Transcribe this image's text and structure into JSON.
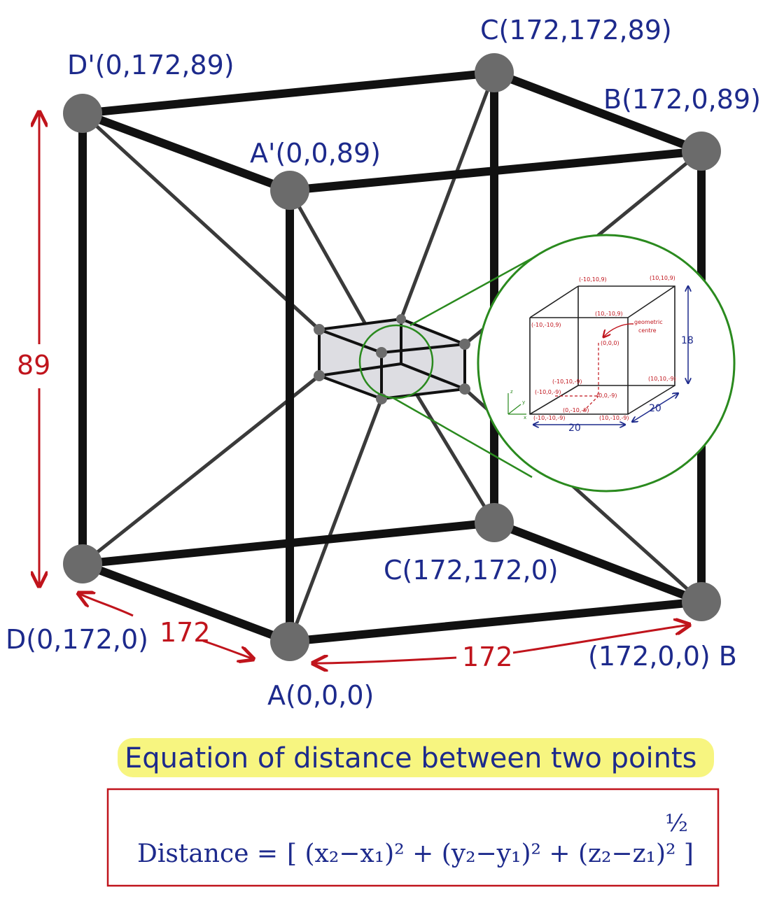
{
  "vertices": {
    "d_prime_top": "D'(0,172,89)",
    "c_top": "C(172,172,89)",
    "b_top": "B(172,0,89)",
    "a_prime_top": "A'(0,0,89)",
    "c_bottom": "C(172,172,0)",
    "d_bottom": "D(0,172,0)",
    "a_bottom": "A(0,0,0)",
    "b_bottom": "(172,0,0) B"
  },
  "dimensions": {
    "height": "89",
    "depth": "172",
    "width": "172"
  },
  "inset": {
    "labels": {
      "top_back_left": "(-10,10,9)",
      "top_back_right": "(10,10,9)",
      "top_front_right": "(10,-10,9)",
      "top_front_left": "(-10,-10,9)",
      "center": "(0,0,0)",
      "mid_bottom": "(0,0,-9)",
      "back_bottom_left": "(-10,10,-9)",
      "back_bottom_right": "(10,10,-9)",
      "left_mid_bottom": "(-10,0,-9)",
      "front_mid_bottom": "(0,-10,-9)",
      "front_bottom_left": "(-10,-10,-9)",
      "front_bottom_right": "(10,-10,-9)",
      "geometric_centre_1": "geometric",
      "geometric_centre_2": "centre"
    },
    "dims": {
      "height": "18",
      "depth": "20",
      "width": "20"
    },
    "axes": {
      "x": "x",
      "y": "y",
      "z": "z"
    }
  },
  "formula": {
    "title": "Equation of distance between two points",
    "lhs": "Distance = ",
    "rhs": "[ (x₂−x₁)² + (y₂−y₁)² + (z₂−z₁)² ]",
    "exponent": "½"
  },
  "colors": {
    "frame": "#111111",
    "joint": "#6b6b6b",
    "label_blue": "#1d2a8c",
    "dimension_red": "#c0141c",
    "zoom_green": "#2a8a1e",
    "highlight": "#f6f36a",
    "inner_box": "#dddde2"
  }
}
